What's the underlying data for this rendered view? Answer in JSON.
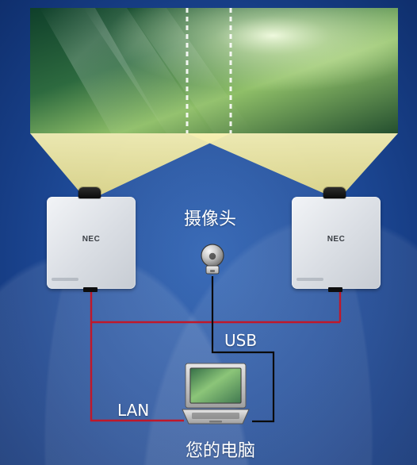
{
  "diagram": {
    "brand": "NEC",
    "labels": {
      "camera": "摄像头",
      "usb": "USB",
      "lan": "LAN",
      "computer": "您的电脑"
    }
  },
  "colors": {
    "lan_wire": "#c0182a",
    "usb_wire": "#0b0b0b",
    "beam": "#f7f0a8",
    "background": "#1f4c9a"
  },
  "icons": {
    "camera": "webcam-icon",
    "laptop": "laptop-icon",
    "projector": "projector-icon"
  }
}
